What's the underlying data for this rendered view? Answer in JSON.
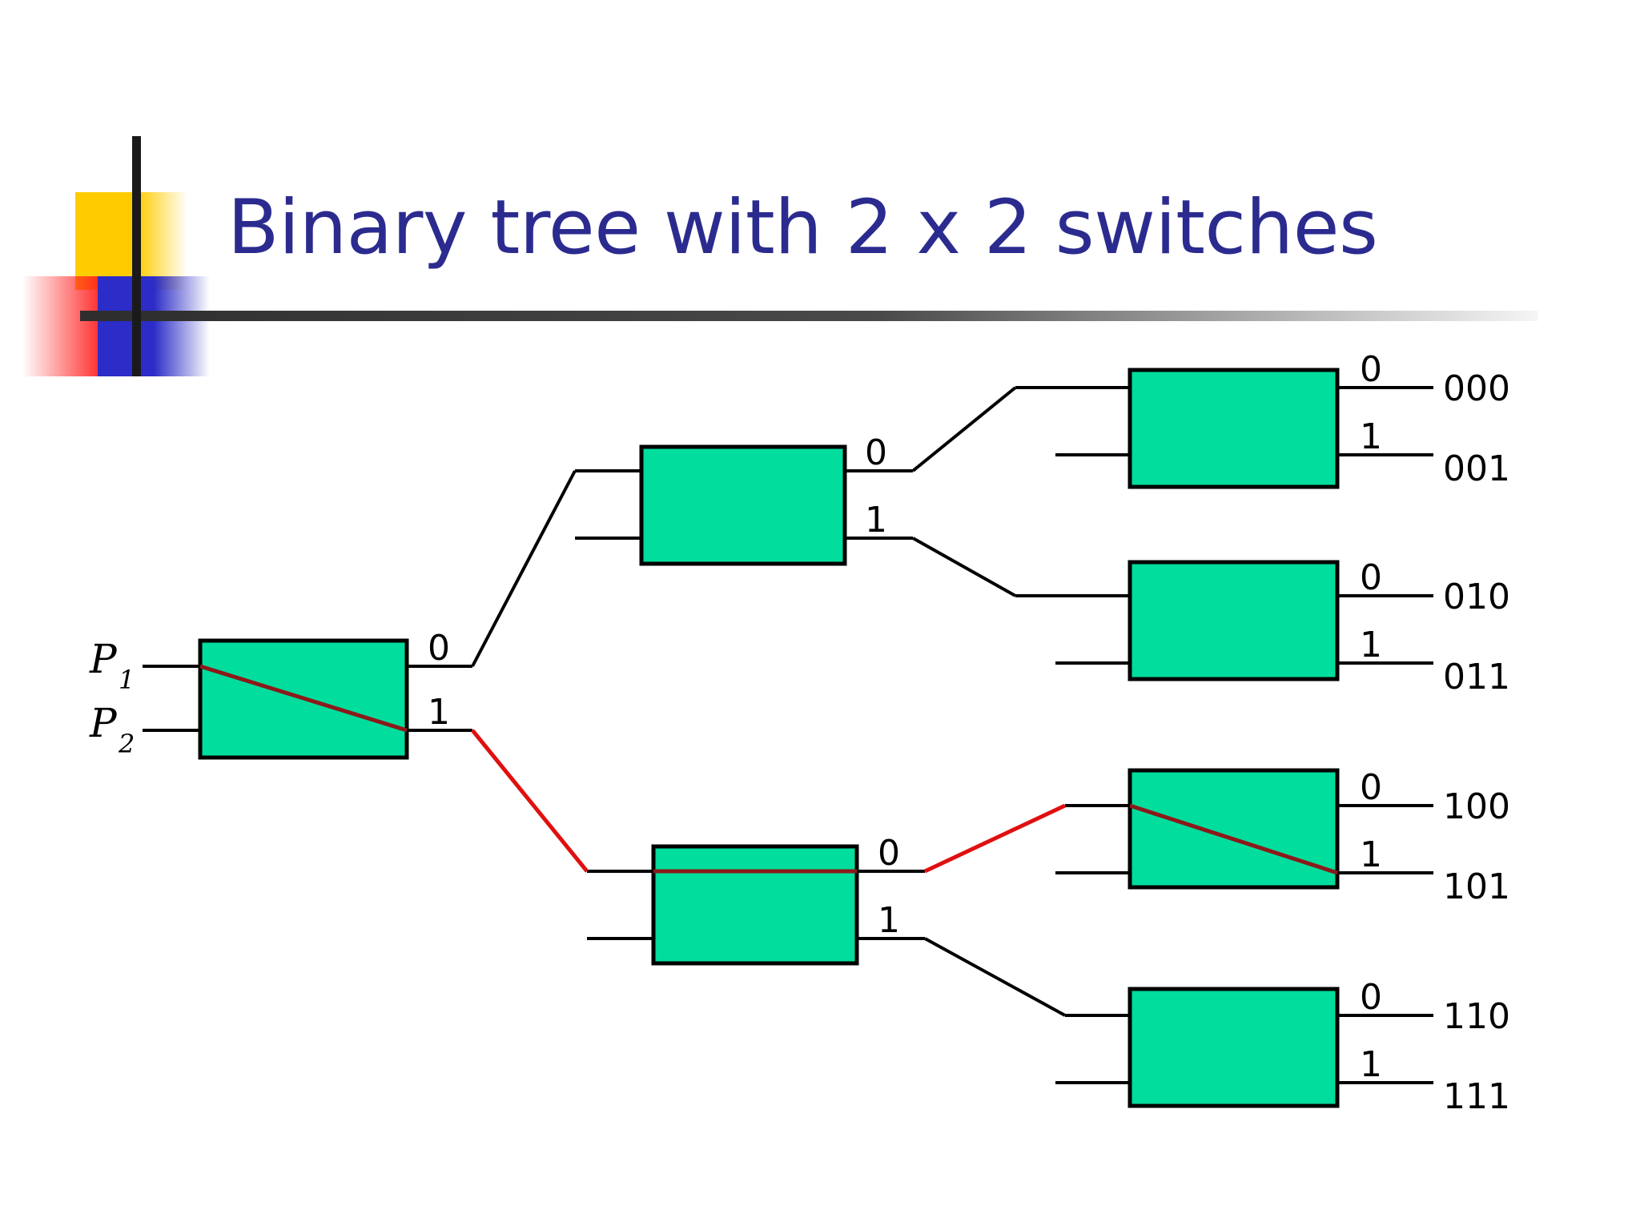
{
  "slide": {
    "title": "Binary tree with 2 x 2 switches",
    "title_color": "#2b2b8f",
    "background_color": "#ffffff",
    "decoration": {
      "yellow_swatch_color": "#FFCC00",
      "red_swatch_color": "#FF2020",
      "blue_swatch_color": "#2C2CC8",
      "rule_color": "#333333",
      "crosshair_color": "#1a1a1a"
    }
  },
  "diagram": {
    "switch_fill": "#00DD9D",
    "switch_stroke": "#000000",
    "wire_color": "#000000",
    "active_path_color": "#E01010",
    "internal_path_color": "#8B1A1A",
    "inputs": [
      {
        "name": "P1",
        "base": "P",
        "sub": "1"
      },
      {
        "name": "P2",
        "base": "P",
        "sub": "2"
      }
    ],
    "port_labels": {
      "zero": "0",
      "one": "1"
    },
    "switches": [
      {
        "id": "root",
        "level": 1,
        "outputs": [
          "0",
          "1"
        ],
        "internal_route": "cross",
        "active": true
      },
      {
        "id": "stage2-upper",
        "level": 2,
        "outputs": [
          "0",
          "1"
        ],
        "internal_route": "none",
        "active": false
      },
      {
        "id": "stage2-lower",
        "level": 2,
        "outputs": [
          "0",
          "1"
        ],
        "internal_route": "straight",
        "active": true
      },
      {
        "id": "stage3-a",
        "level": 3,
        "outputs": [
          "0",
          "1"
        ],
        "internal_route": "none",
        "active": false
      },
      {
        "id": "stage3-b",
        "level": 3,
        "outputs": [
          "0",
          "1"
        ],
        "internal_route": "none",
        "active": false
      },
      {
        "id": "stage3-c",
        "level": 3,
        "outputs": [
          "0",
          "1"
        ],
        "internal_route": "cross",
        "active": true
      },
      {
        "id": "stage3-d",
        "level": 3,
        "outputs": [
          "0",
          "1"
        ],
        "internal_route": "none",
        "active": false
      }
    ],
    "destinations": [
      {
        "code": "000",
        "switch": "stage3-a",
        "port": "0"
      },
      {
        "code": "001",
        "switch": "stage3-a",
        "port": "1"
      },
      {
        "code": "010",
        "switch": "stage3-b",
        "port": "0"
      },
      {
        "code": "011",
        "switch": "stage3-b",
        "port": "1"
      },
      {
        "code": "100",
        "switch": "stage3-c",
        "port": "0"
      },
      {
        "code": "101",
        "switch": "stage3-c",
        "port": "1"
      },
      {
        "code": "110",
        "switch": "stage3-d",
        "port": "0"
      },
      {
        "code": "111",
        "switch": "stage3-d",
        "port": "1"
      }
    ]
  }
}
